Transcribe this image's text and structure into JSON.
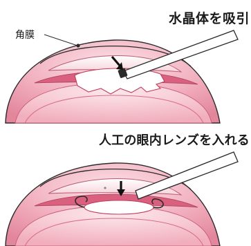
{
  "steps": [
    {
      "caption": "水晶体を吸引"
    },
    {
      "caption": "人工の眼内レンズを入れる"
    }
  ],
  "labels": {
    "cornea": "角膜"
  },
  "colors": {
    "outer_pink": "#e99aaa",
    "deep_pink": "#d9607e",
    "inner_pink": "#f5c2cc",
    "light_pink": "#fbe2e7",
    "lens_fill": "#ffffff",
    "lens_edge": "#c23c5c",
    "outline": "#2a2a2a",
    "instrument_fill": "#ffffff"
  },
  "icons": [
    "down-arrow-icon",
    "aspiration-probe",
    "intraocular-lens"
  ]
}
